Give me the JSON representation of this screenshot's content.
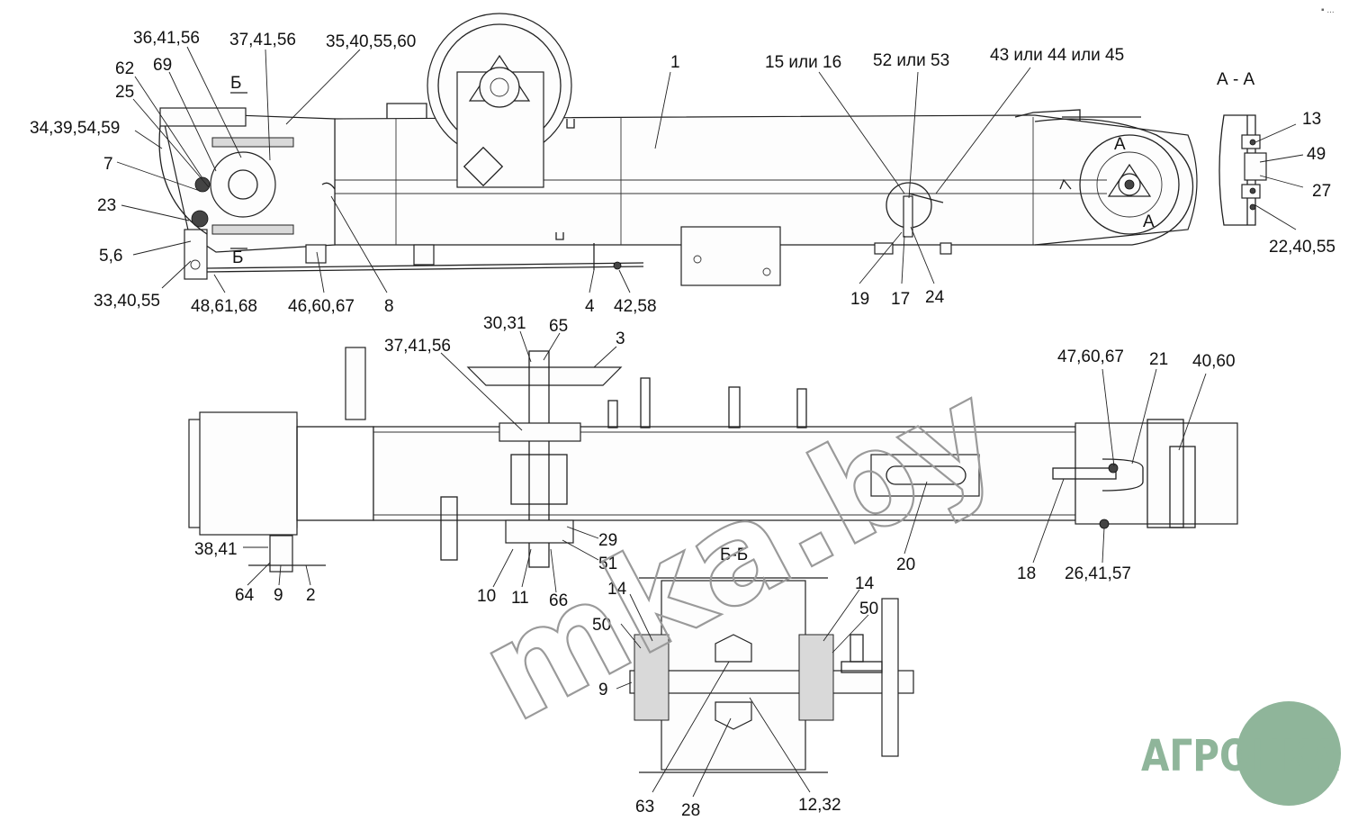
{
  "watermark": "mka.by",
  "logo": {
    "text": "АГРОНКА",
    "color": "#8fb59a"
  },
  "corner_mark": "▪ ...",
  "sections": {
    "aa": "А - А",
    "bb": "Б-Б",
    "cut_b_top": "Б",
    "cut_b_bottom": "Б",
    "cut_a_top": "А",
    "cut_a_bottom": "А"
  },
  "labels": {
    "l_36_41_56": "36,41,56",
    "l_37_41_56_top": "37,41,56",
    "l_35_40_55_60": "35,40,55,60",
    "l_62": "62",
    "l_69": "69",
    "l_25": "25",
    "l_34_39_54_59": "34,39,54,59",
    "l_7": "7",
    "l_23": "23",
    "l_5_6": "5,6",
    "l_33_40_55": "33,40,55",
    "l_48_61_68": "48,61,68",
    "l_46_60_67": "46,60,67",
    "l_8": "8",
    "l_4": "4",
    "l_42_58": "42,58",
    "l_1": "1",
    "l_15_16": "15 или 16",
    "l_52_53": "52 или 53",
    "l_43_44_45": "43 или 44 или 45",
    "l_19": "19",
    "l_17": "17",
    "l_24": "24",
    "l_13": "13",
    "l_49": "49",
    "l_27": "27",
    "l_22_40_55": "22,40,55",
    "l_30_31": "30,31",
    "l_65": "65",
    "l_3": "3",
    "l_37_41_56_mid": "37,41,56",
    "l_47_60_67": "47,60,67",
    "l_21": "21",
    "l_40_60": "40,60",
    "l_38_41": "38,41",
    "l_64": "64",
    "l_9_left": "9",
    "l_2": "2",
    "l_29": "29",
    "l_51": "51",
    "l_10": "10",
    "l_11": "11",
    "l_66": "66",
    "l_20": "20",
    "l_18": "18",
    "l_26_41_57": "26,41,57",
    "l_14_left": "14",
    "l_50_left": "50",
    "l_14_right": "14",
    "l_50_right": "50",
    "l_9_bb": "9",
    "l_63": "63",
    "l_28": "28",
    "l_12_32": "12,32"
  }
}
